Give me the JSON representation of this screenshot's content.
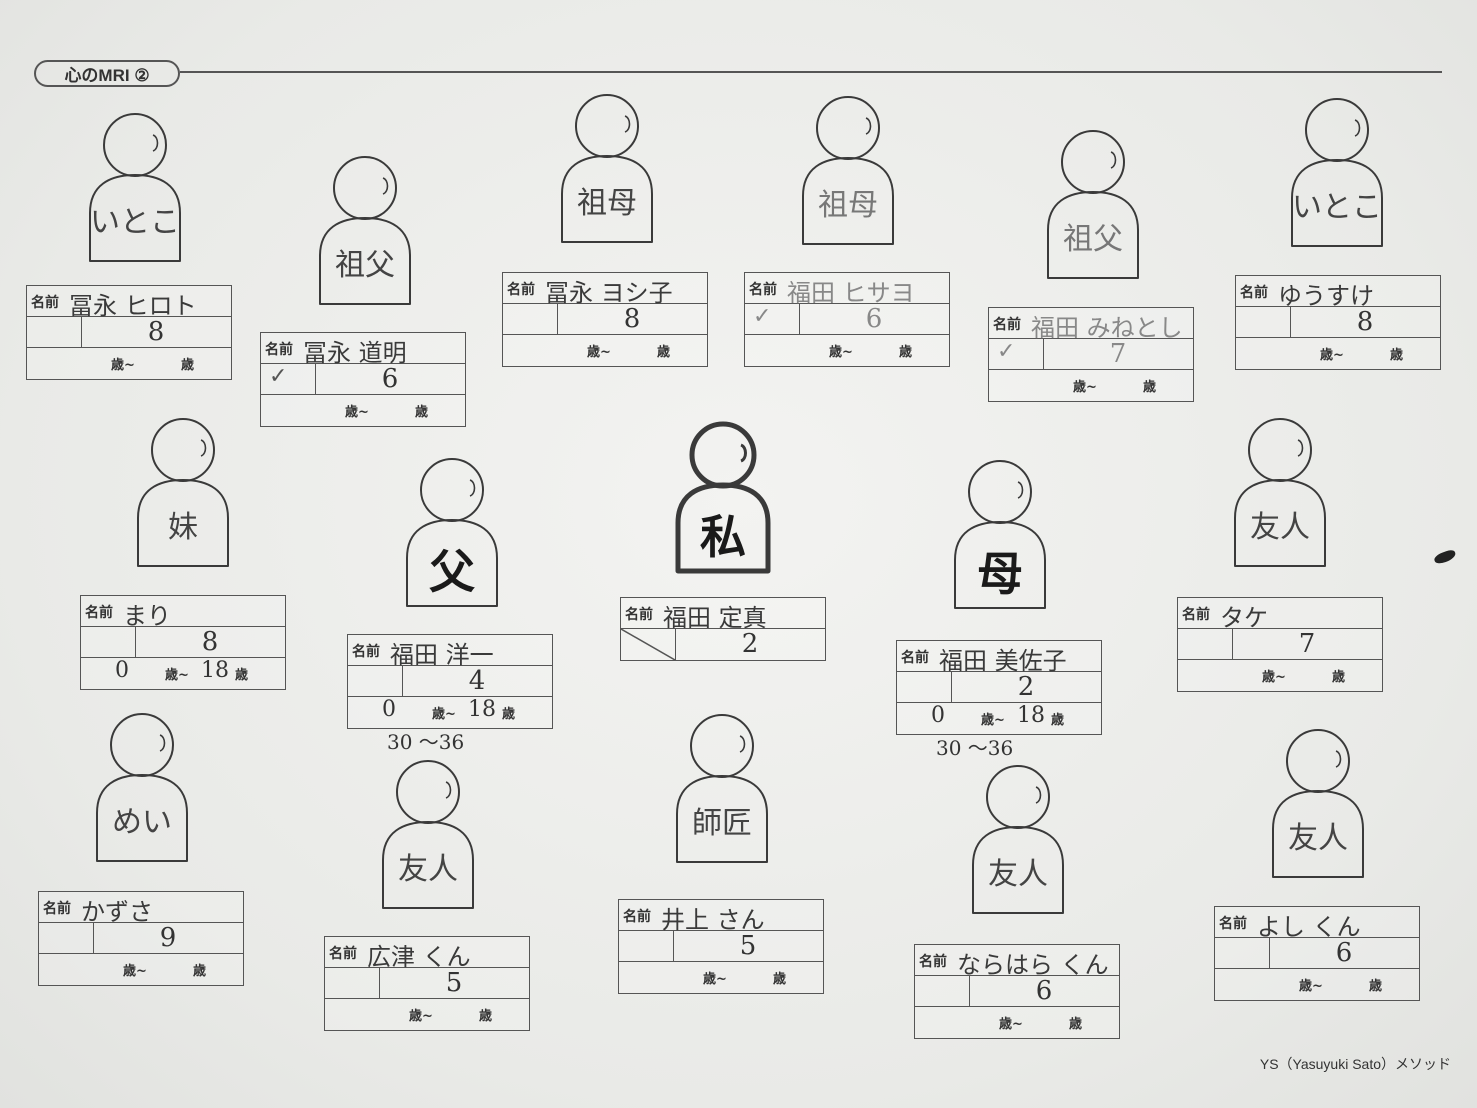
{
  "header": {
    "title": "心のMRI ②"
  },
  "footer": {
    "text": "YS（Yasuyuki Sato）メソッド"
  },
  "box_label": "名前",
  "age_suffix": "歳~",
  "age_end": "歳",
  "figures": [
    {
      "id": "cousin-1",
      "label": "いとこ",
      "name": "冨永 ヒロト",
      "number": "8",
      "check": "",
      "age_from": "",
      "age_to": "",
      "below": ""
    },
    {
      "id": "grandfather-1",
      "label": "祖父",
      "name": "冨永 道明",
      "number": "6",
      "check": "✓",
      "age_from": "",
      "age_to": "",
      "below": ""
    },
    {
      "id": "grandmother-1",
      "label": "祖母",
      "name": "冨永 ヨシ子",
      "number": "8",
      "check": "",
      "age_from": "",
      "age_to": "",
      "below": ""
    },
    {
      "id": "grandmother-2",
      "label": "祖母",
      "name": "福田 ヒサヨ",
      "number": "6",
      "check": "✓",
      "age_from": "",
      "age_to": "",
      "below": ""
    },
    {
      "id": "grandfather-2",
      "label": "祖父",
      "name": "福田 みねとし",
      "number": "7",
      "check": "✓",
      "age_from": "",
      "age_to": "",
      "below": ""
    },
    {
      "id": "cousin-2",
      "label": "いとこ",
      "name": "ゆうすけ",
      "number": "8",
      "check": "",
      "age_from": "",
      "age_to": "",
      "below": ""
    },
    {
      "id": "sister",
      "label": "妹",
      "name": "まり",
      "number": "8",
      "check": "",
      "age_from": "0",
      "age_to": "18",
      "below": ""
    },
    {
      "id": "father",
      "label": "父",
      "name": "福田 洋一",
      "number": "4",
      "check": "",
      "age_from": "0",
      "age_to": "18",
      "below": "30 ～36"
    },
    {
      "id": "me",
      "label": "私",
      "name": "福田 定真",
      "number": "2",
      "check": "",
      "age_from": "",
      "age_to": "",
      "below": ""
    },
    {
      "id": "mother",
      "label": "母",
      "name": "福田 美佐子",
      "number": "2",
      "check": "",
      "age_from": "0",
      "age_to": "18",
      "below": "30 ～36"
    },
    {
      "id": "friend-1",
      "label": "友人",
      "name": "タケ",
      "number": "7",
      "check": "",
      "age_from": "",
      "age_to": "",
      "below": ""
    },
    {
      "id": "niece",
      "label": "めい",
      "name": "かずさ",
      "number": "9",
      "check": "",
      "age_from": "",
      "age_to": "",
      "below": ""
    },
    {
      "id": "friend-2",
      "label": "友人",
      "name": "広津 くん",
      "number": "5",
      "check": "",
      "age_from": "",
      "age_to": "",
      "below": ""
    },
    {
      "id": "mentor",
      "label": "師匠",
      "name": "井上 さん",
      "number": "5",
      "check": "",
      "age_from": "",
      "age_to": "",
      "below": ""
    },
    {
      "id": "friend-3",
      "label": "友人",
      "name": "ならはら くん",
      "number": "6",
      "check": "",
      "age_from": "",
      "age_to": "",
      "below": ""
    },
    {
      "id": "friend-4",
      "label": "友人",
      "name": "よし くん",
      "number": "6",
      "check": "",
      "age_from": "",
      "age_to": "",
      "below": ""
    }
  ]
}
